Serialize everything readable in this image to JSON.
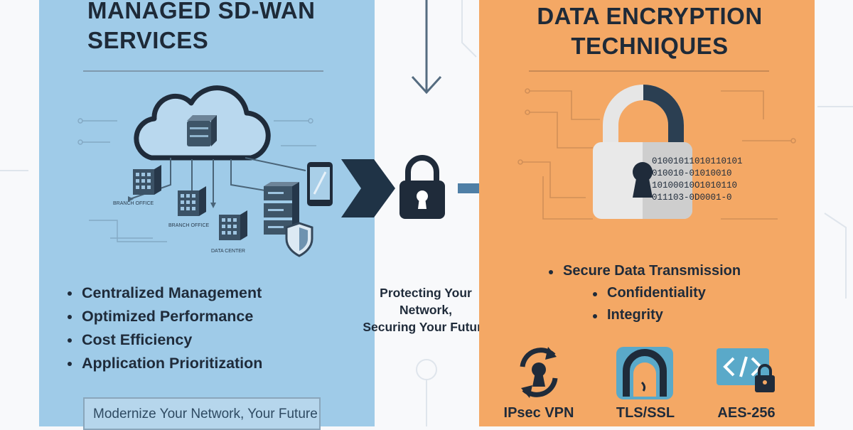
{
  "left_panel": {
    "title_line1": "MANAGED SD-WAN",
    "title_line2": "SERVICES",
    "diagram_labels": {
      "branch_office_1": "BRANCH OFFICE",
      "branch_office_2": "BRANCH OFFICE",
      "data_center": "DATA CENTER"
    },
    "bullets": [
      "Centralized Management",
      "Optimized Performance",
      "Cost Efficiency",
      "Application Prioritization"
    ],
    "tagline": "Modernize Your Network, Your Future"
  },
  "center": {
    "caption_line1": "Protecting Your",
    "caption_line2": "Network,",
    "caption_line3": "Securing Your Future"
  },
  "right_panel": {
    "title_line1": "DATA ENCRYPTION",
    "title_line2": "TECHNIQUES",
    "binary_lines": [
      "01001011010110101",
      "010010-01010010",
      "10100010O1010110",
      "011103-0D0001-0"
    ],
    "bullets": [
      "Secure Data Transmission",
      "Confidentiality",
      "Integrity"
    ],
    "technologies": [
      {
        "label": "IPsec VPN",
        "icon": "ipsec-vpn-icon"
      },
      {
        "label": "TLS/SSL",
        "icon": "tls-ssl-icon"
      },
      {
        "label": "AES-256",
        "icon": "aes-256-icon"
      }
    ]
  },
  "colors": {
    "left_panel": "#9fcbe8",
    "right_panel": "#f4a865",
    "dark_navy": "#1f2b3a",
    "slate": "#34475a",
    "accent_blue": "#4f7fa6"
  }
}
